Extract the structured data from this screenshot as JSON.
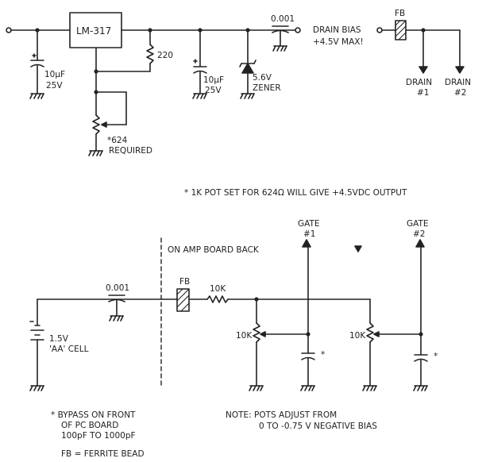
{
  "labels": {
    "regulator": "LM-317",
    "r220": "220",
    "c1_value": "10μF",
    "c1_voltage": "25V",
    "c2_value": "10μF",
    "c2_voltage": "25V",
    "zener_value": "5.6V",
    "zener_word": "ZENER",
    "cap_0001_top": "0.001",
    "drain_bias_1": "DRAIN BIAS",
    "drain_bias_2": "+4.5V MAX!",
    "fb_top": "FB",
    "drain1_a": "DRAIN",
    "drain1_b": "#1",
    "drain2_a": "DRAIN",
    "drain2_b": "#2",
    "pot_note_1": "*624",
    "pot_note_2": "REQUIRED",
    "pot_set_note": "* 1K POT SET FOR 624Ω WILL GIVE +4.5VDC OUTPUT",
    "gate1_a": "GATE",
    "gate1_b": "#1",
    "gate2_a": "GATE",
    "gate2_b": "#2",
    "amp_board": "ON AMP BOARD BACK",
    "cap_0001_bottom": "0.001",
    "fb_bottom": "FB",
    "r10k_series": "10K",
    "battery_value": "1.5V",
    "battery_type": "'AA' CELL",
    "pot1_value": "10K",
    "pot2_value": "10K",
    "bypass_star_1": "*",
    "bypass_star_2": "*",
    "bypass_note_1": "* BYPASS ON FRONT",
    "bypass_note_2": "OF PC BOARD",
    "bypass_note_3": "100pF TO 1000pF",
    "fb_note": "FB = FERRITE BEAD",
    "pots_note_1": "NOTE: POTS ADJUST FROM",
    "pots_note_2": "0 TO -0.75 V NEGATIVE BIAS"
  }
}
